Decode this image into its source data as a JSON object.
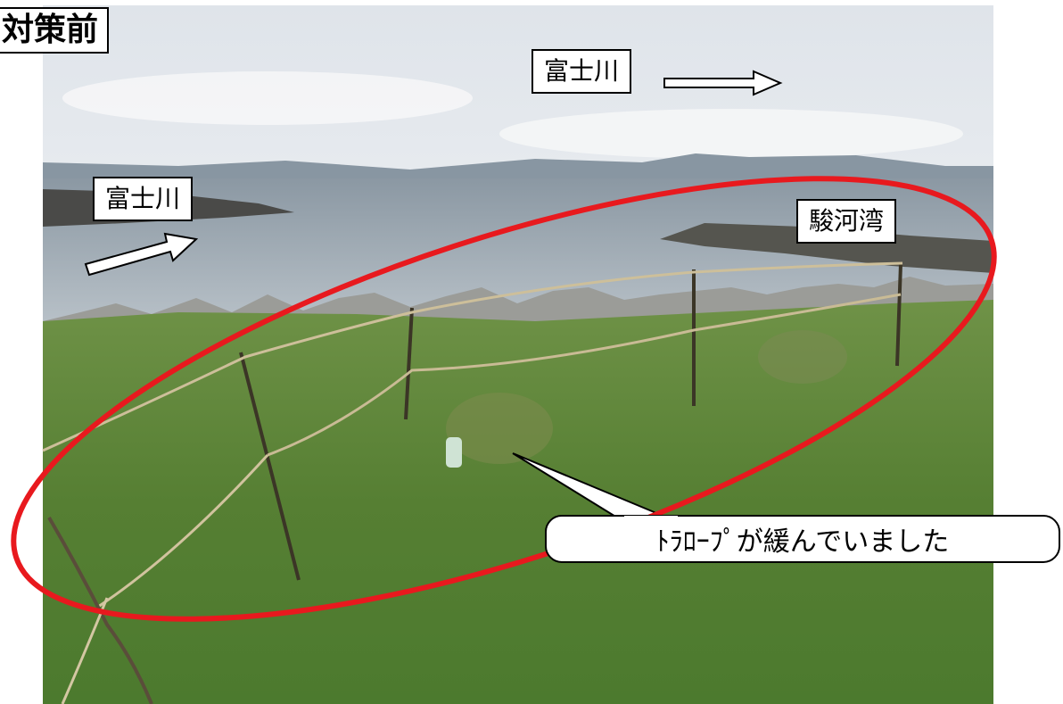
{
  "title": "対策前",
  "labels": {
    "river_top": "富士川",
    "river_left": "富士川",
    "bay": "駿河湾"
  },
  "callout": "ﾄﾗﾛｰﾌﾟが緩んでいました",
  "colors": {
    "ellipse": "#e8191e",
    "sky": "#e9edf1",
    "water": "#aab6c0",
    "grass": "#5d8a38"
  }
}
